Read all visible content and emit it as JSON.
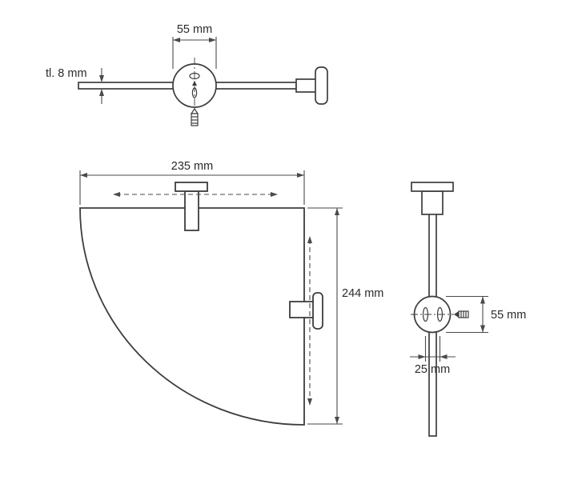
{
  "drawing": {
    "labels": {
      "top_view_width": "55 mm",
      "top_view_thickness": "tl. 8 mm",
      "plan_width": "235 mm",
      "plan_depth": "244 mm",
      "side_bracket_height": "55 mm",
      "side_hole_spacing": "25 mm"
    },
    "colors": {
      "outline": "#3d3d3d",
      "dimension": "#4a4a4a",
      "text": "#2a2a2a",
      "background": "#ffffff"
    }
  }
}
